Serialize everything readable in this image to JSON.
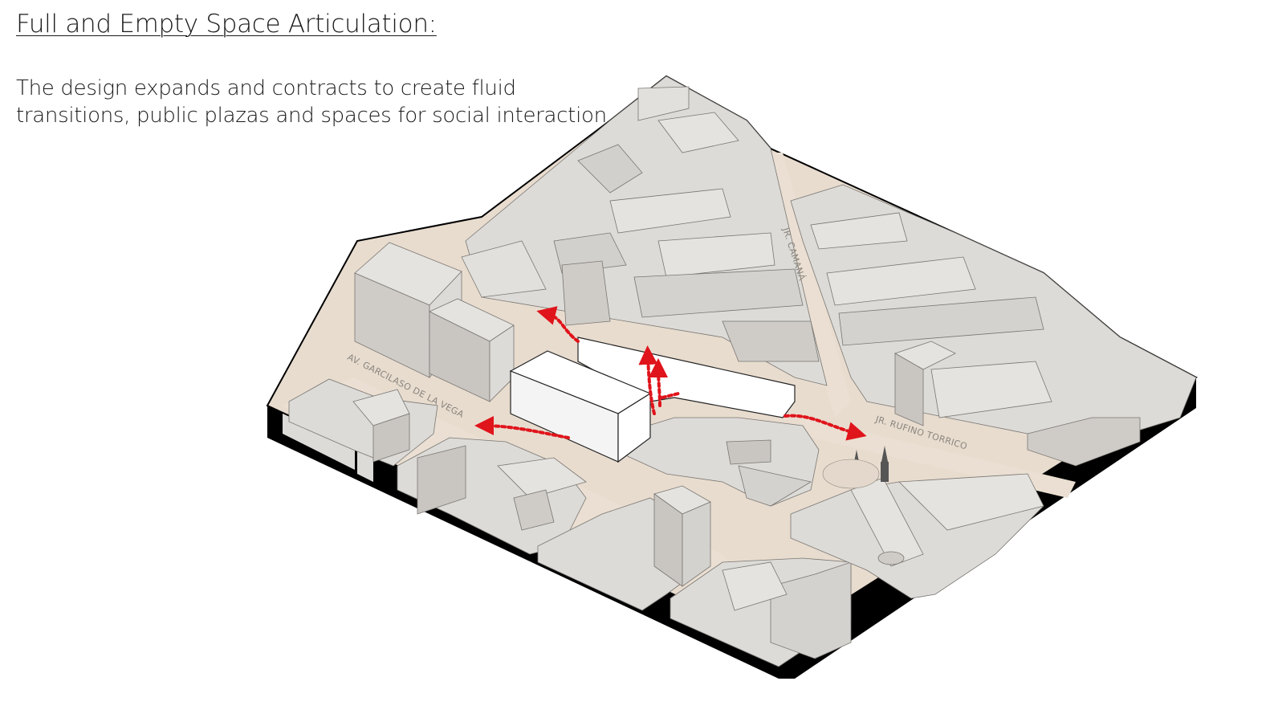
{
  "heading": {
    "title": "Full and Empty Space Articulation:",
    "description_lines": [
      "The design expands and contracts to create fluid",
      "transitions, public plazas and spaces for social interaction."
    ]
  },
  "diagram": {
    "streets": {
      "garcilaso": "AV. GARCILASO DE LA VEGA",
      "camana": "JR. CAMANÁ",
      "torrico": "JR. RUFINO TORRICO"
    },
    "colors": {
      "building": "#dcdbd7",
      "building_side": "#c9c6c1",
      "street": "#e8dccf",
      "base_black": "#000000",
      "project": "#ffffff",
      "flow_arrows": "#e0141b"
    },
    "icons": [
      "flow-arrow-icon",
      "church-icon"
    ]
  }
}
